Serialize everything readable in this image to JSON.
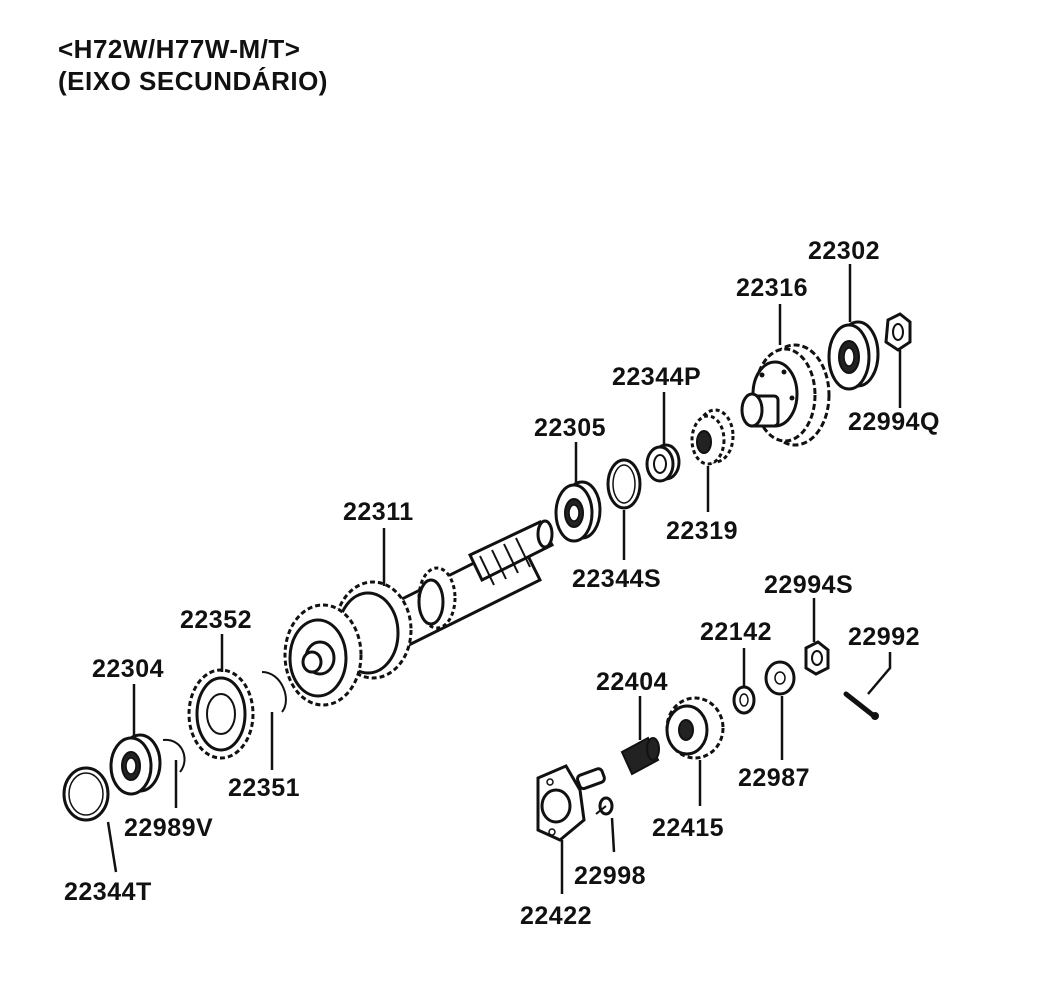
{
  "header": {
    "line1": "<H72W/H77W-M/T>",
    "line2": "(EIXO SECUNDÁRIO)"
  },
  "labels": {
    "p22302": "22302",
    "p22316": "22316",
    "p22344P": "22344P",
    "p22994Q": "22994Q",
    "p22305": "22305",
    "p22319": "22319",
    "p22311": "22311",
    "p22344S": "22344S",
    "p22994S": "22994S",
    "p22352": "22352",
    "p22142": "22142",
    "p22992": "22992",
    "p22304": "22304",
    "p22404": "22404",
    "p22351": "22351",
    "p22987": "22987",
    "p22989V": "22989V",
    "p22415": "22415",
    "p22344T": "22344T",
    "p22998": "22998",
    "p22422": "22422"
  }
}
